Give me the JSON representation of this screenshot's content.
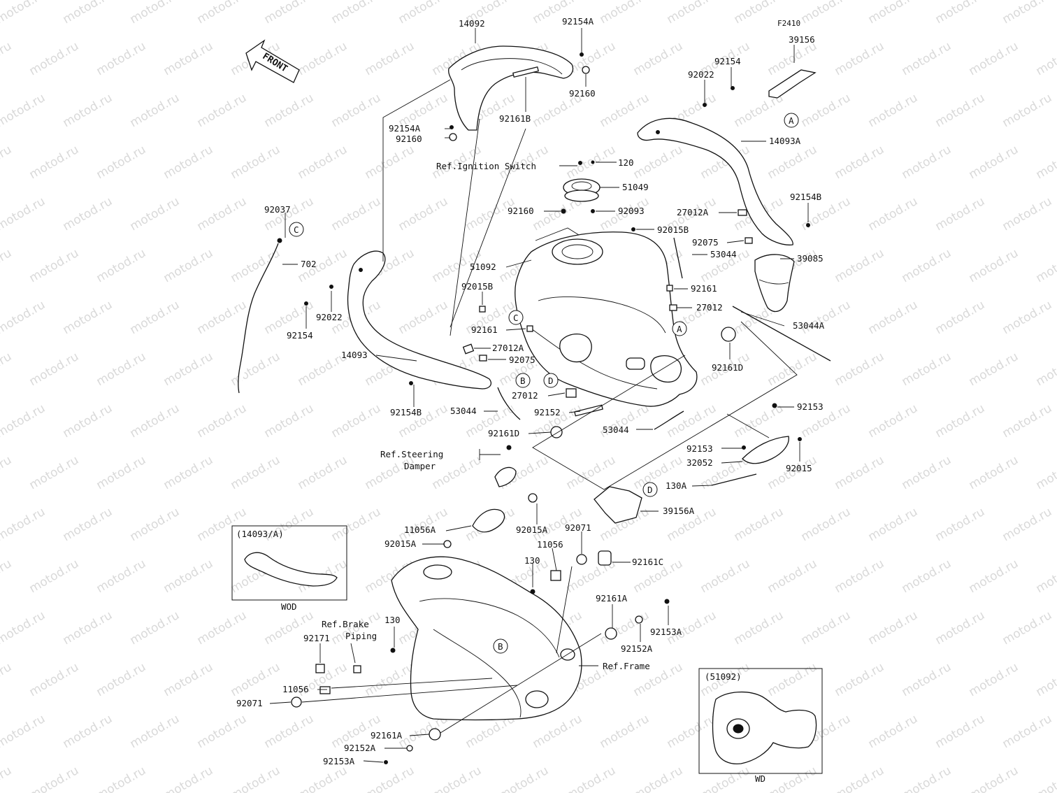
{
  "diagram_code": "F2410",
  "watermark": "motod.ru",
  "front_arrow": "FRONT",
  "part_numbers": {
    "p14092": "14092",
    "p92154A_top": "92154A",
    "p92160_top": "92160",
    "p92161B": "92161B",
    "p92154A_left": "92154A",
    "p92160_left": "92160",
    "ref_ignition": "Ref.Ignition Switch",
    "p120": "120",
    "p51049": "51049",
    "p92160_mid": "92160",
    "p92093": "92093",
    "p92015B_top": "92015B",
    "p51092": "51092",
    "p92015B_left": "92015B",
    "p92161_left": "92161",
    "p27012A_left": "27012A",
    "p92075_left": "92075",
    "p27012_mid": "27012",
    "p92152": "92152",
    "p92161D_left": "92161D",
    "p53044_left": "53044",
    "p53044_mid": "53044",
    "p92037": "92037",
    "p702": "702",
    "p92022_left": "92022",
    "p92154_left": "92154",
    "p14093": "14093",
    "p92154B_left": "92154B",
    "p39156": "39156",
    "p92022_right": "92022",
    "p92154_right": "92154",
    "p14093A": "14093A",
    "p92154B_right": "92154B",
    "p27012A_right": "27012A",
    "p92075_right": "92075",
    "p53044_right": "53044",
    "p39085": "39085",
    "p92161_right": "92161",
    "p27012_right": "27012",
    "p53044A": "53044A",
    "p92161D_right": "92161D",
    "p92153_a": "92153",
    "p92153_b": "92153",
    "p32052": "32052",
    "p92015": "92015",
    "p130A": "130A",
    "p39156A": "39156A",
    "ref_steering_1": "Ref.Steering",
    "ref_steering_2": "Damper",
    "p11056A": "11056A",
    "p92015A_right": "92015A",
    "p92015A_left": "92015A",
    "p92071_top": "92071",
    "p11056_top": "11056",
    "p130_top": "130",
    "p92161C": "92161C",
    "p92161A_right": "92161A",
    "p92153A_right": "92153A",
    "p92152A_right": "92152A",
    "ref_frame": "Ref.Frame",
    "ref_brake_1": "Ref.Brake",
    "ref_brake_2": "Piping",
    "p130_left": "130",
    "p92171": "92171",
    "p11056_left": "11056",
    "p92071_left": "92071",
    "p92161A_bottom": "92161A",
    "p92152A_bottom": "92152A",
    "p92153A_bottom": "92153A"
  },
  "callouts": {
    "A": "A",
    "B": "B",
    "C": "C",
    "D": "D"
  },
  "inset_left": {
    "title": "(14093/A)",
    "caption": "WOD"
  },
  "inset_right": {
    "title": "(51092)",
    "caption": "WD"
  }
}
